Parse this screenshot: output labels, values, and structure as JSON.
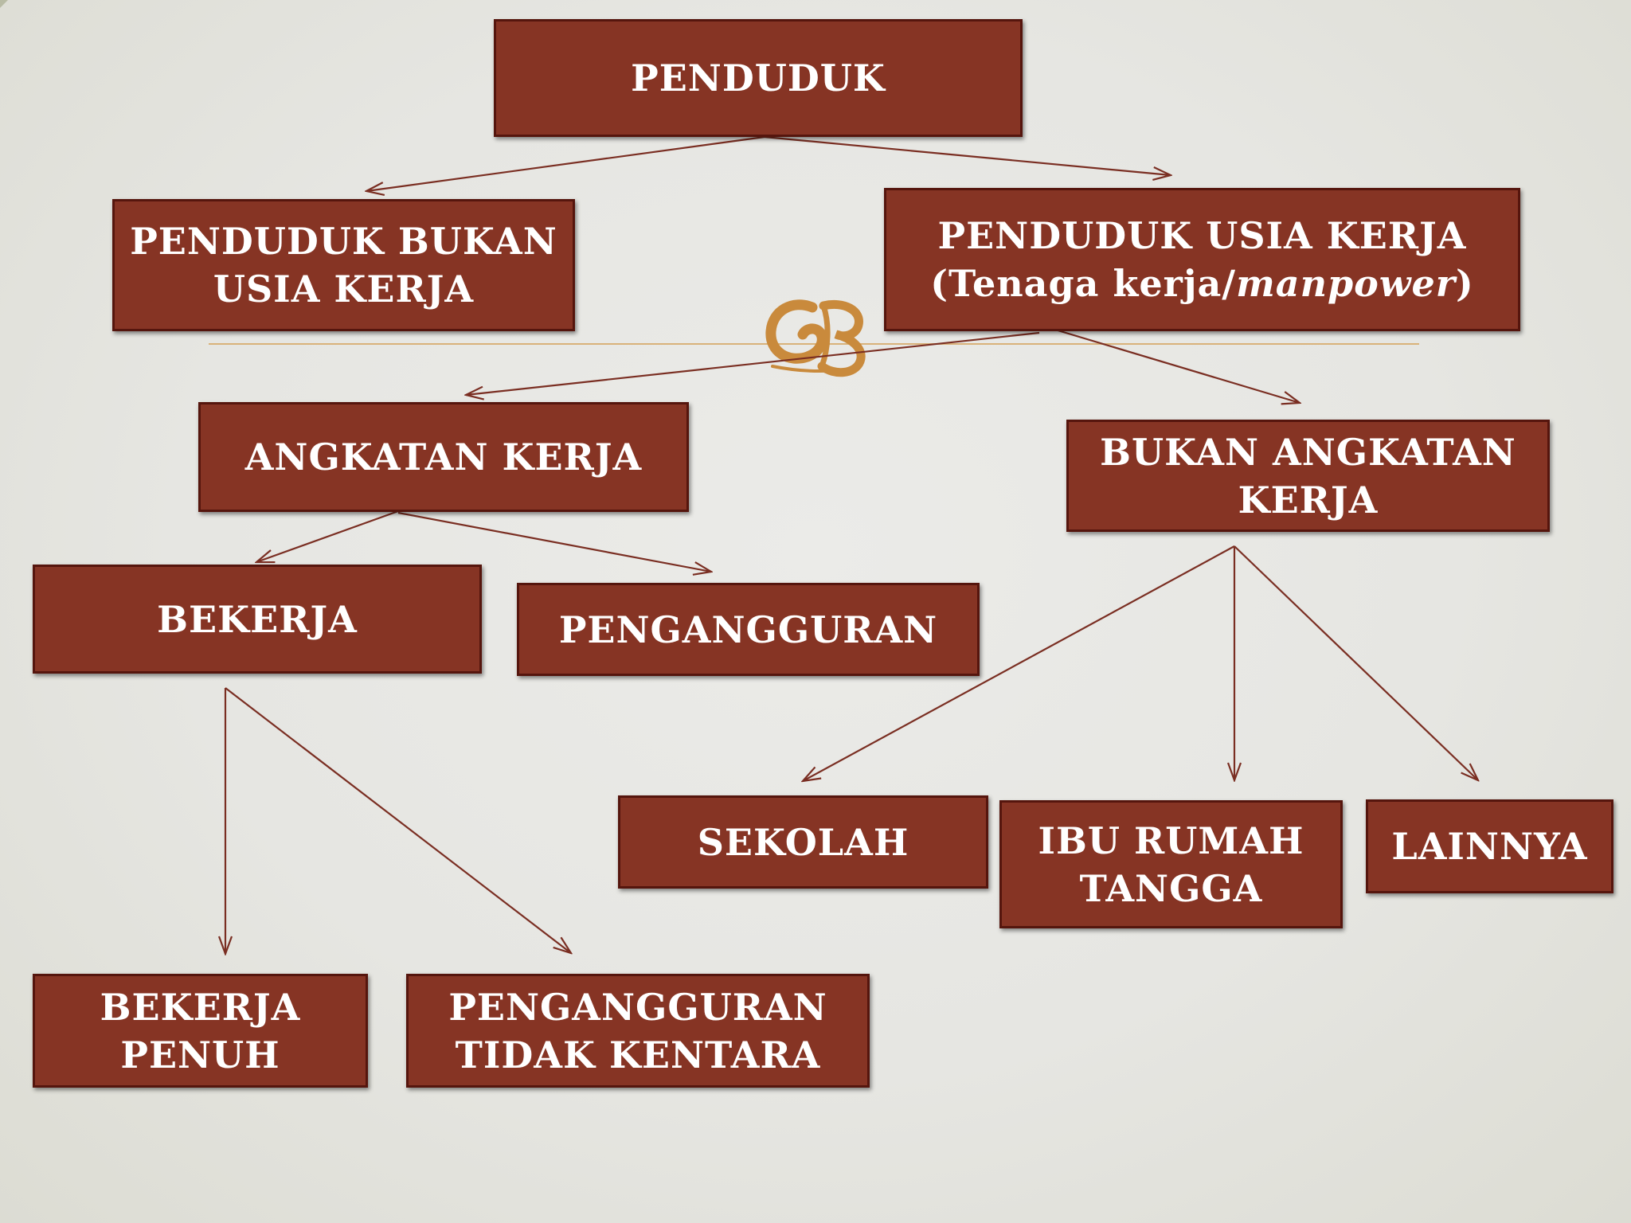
{
  "colors": {
    "box_fill": "#863424",
    "box_border": "#55150d",
    "arrow": "#7a2e22",
    "rule": "#d9b27a",
    "ornament": "#c98a3c",
    "background": "#e6e6e2"
  },
  "ornament": {
    "icon": "decorative-swash-ornament"
  },
  "nodes": {
    "penduduk": {
      "lines": [
        "PENDUDUK"
      ]
    },
    "bukan_usia_kerja": {
      "lines": [
        "PENDUDUK BUKAN",
        "USIA KERJA"
      ]
    },
    "usia_kerja": {
      "lines": [
        "PENDUDUK USIA KERJA"
      ],
      "sub_prefix": "(Tenaga kerja/",
      "sub_italic": "manpower",
      "sub_suffix": ")"
    },
    "angkatan_kerja": {
      "lines": [
        "ANGKATAN KERJA"
      ]
    },
    "bukan_angkatan_kerja": {
      "lines": [
        "BUKAN ANGKATAN",
        "KERJA"
      ]
    },
    "bekerja": {
      "lines": [
        "BEKERJA"
      ]
    },
    "pengangguran": {
      "lines": [
        "PENGANGGURAN"
      ]
    },
    "sekolah": {
      "lines": [
        "SEKOLAH"
      ]
    },
    "ibu_rumah_tangga": {
      "lines": [
        "IBU RUMAH",
        "TANGGA"
      ]
    },
    "lainnya": {
      "lines": [
        "LAINNYA"
      ]
    },
    "bekerja_penuh": {
      "lines": [
        "BEKERJA",
        "PENUH"
      ]
    },
    "pengangguran_tidak_kentara": {
      "lines": [
        "PENGANGGURAN",
        "TIDAK KENTARA"
      ]
    }
  }
}
